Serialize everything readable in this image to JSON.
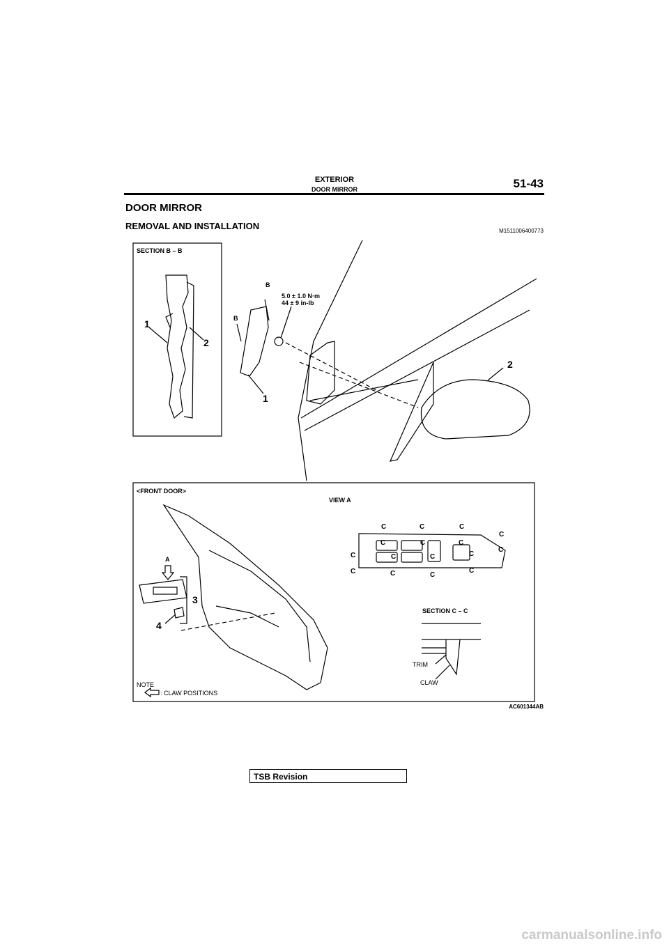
{
  "header": {
    "section": "EXTERIOR",
    "subsection": "DOOR MIRROR",
    "page_number": "51-43"
  },
  "title": "DOOR MIRROR",
  "subtitle": "REMOVAL AND INSTALLATION",
  "doc_code": "M1511006400773",
  "figure": {
    "top": {
      "section_bb_label": "SECTION B – B",
      "torque_nm": "5.0 ± 1.0 N·m",
      "torque_inlb": "44 ± 9 in-lb",
      "callout_1": "1",
      "callout_2": "2",
      "section_marker": "B"
    },
    "bottom": {
      "front_door_label": "<FRONT DOOR>",
      "view_a_label": "VIEW A",
      "view_marker": "A",
      "callout_3": "3",
      "callout_4": "4",
      "claw_letter": "C",
      "section_cc_label": "SECTION C – C",
      "trim_label": "TRIM",
      "claw_label": "CLAW",
      "note_label": "NOTE",
      "note_text": ": CLAW POSITIONS"
    },
    "figure_code": "AC601344AB"
  },
  "footer": {
    "tsb_label": "TSB Revision"
  },
  "watermark": "carmanualsonline.info"
}
